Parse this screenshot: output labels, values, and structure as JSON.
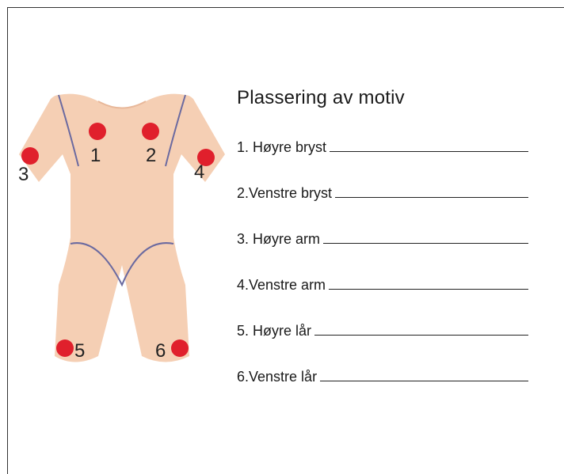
{
  "title": "Plassering av motiv",
  "items": [
    {
      "label": "1. Høyre bryst"
    },
    {
      "label": "2.Venstre bryst"
    },
    {
      "label": "3. Høyre arm"
    },
    {
      "label": "4.Venstre arm"
    },
    {
      "label": "5. Høyre lår"
    },
    {
      "label": "6.Venstre lår"
    }
  ],
  "markers": [
    "1",
    "2",
    "3",
    "4",
    "5",
    "6"
  ],
  "colors": {
    "suit_fill": "#f5cfb4",
    "suit_stroke": "#6b6aa0",
    "marker": "#e0202c"
  }
}
